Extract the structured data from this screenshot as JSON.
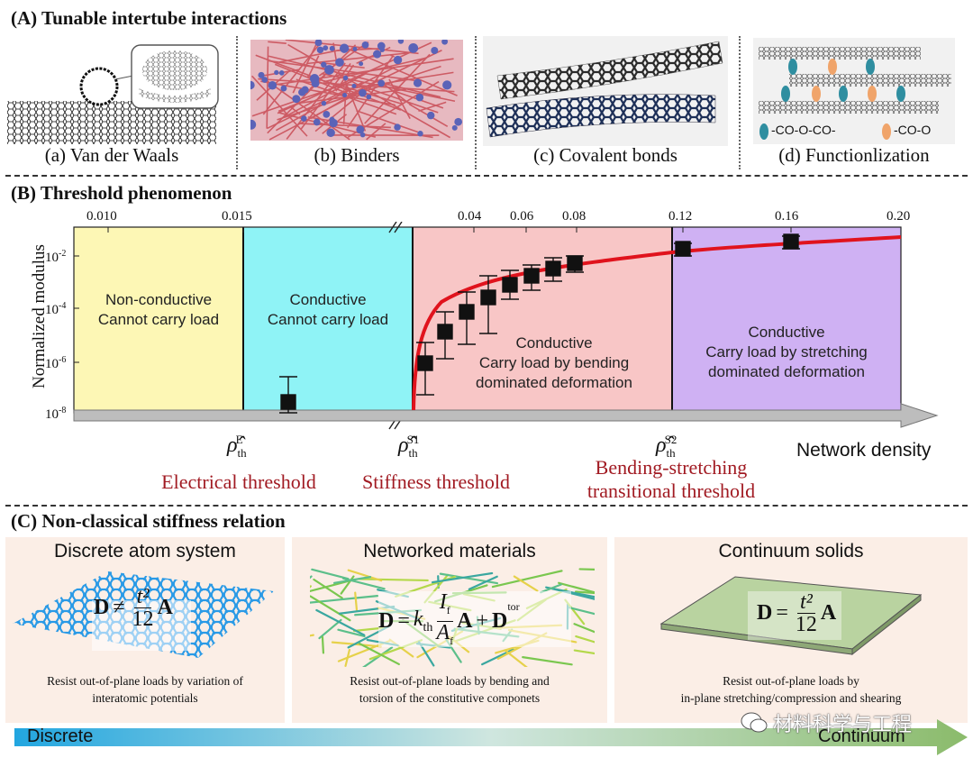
{
  "section_a": {
    "title": "(A) Tunable intertube interactions",
    "captions": [
      "(a) Van der Waals",
      "(b) Binders",
      "(c) Covalent bonds",
      "(d) Functionlization"
    ],
    "legend_labels": [
      "-CO-O-CO-",
      "-CO-O"
    ],
    "colors": {
      "binder_red": "#d9737a",
      "binder_blue": "#5a63b8",
      "label_teal": "#2f8ea0",
      "label_orange": "#f0a46a"
    }
  },
  "section_b": {
    "title": "(B) Threshold phenomenon",
    "ylabel": "Normalized modulus",
    "xlabel": "Network density",
    "top_ticks": [
      "0.010",
      "0.015",
      "0.04",
      "0.06",
      "0.08",
      "0.12",
      "0.16",
      "0.20"
    ],
    "y_ticks": [
      "-2",
      "-4",
      "-6",
      "-8"
    ],
    "y_tick_base": "10",
    "regions": [
      {
        "lines": [
          "Non-conductive",
          "Cannot carry load"
        ],
        "color": "#fdf7b5"
      },
      {
        "lines": [
          "Conductive",
          "Cannot carry load"
        ],
        "color": "#8ff3f6"
      },
      {
        "lines": [
          "Conductive",
          "Carry load by bending",
          "dominated deformation"
        ],
        "color": "#f8c6c6"
      },
      {
        "lines": [
          "Conductive",
          "Carry load by stretching",
          "dominated deformation"
        ],
        "color": "#cfb1f3"
      }
    ],
    "threshold_symbols": [
      {
        "base": "ρ̂",
        "sub": "th",
        "sup": "E"
      },
      {
        "base": "ρ̂",
        "sub": "th",
        "sup": "S1"
      },
      {
        "base": "ρ̂",
        "sub": "th",
        "sup": "S2"
      }
    ],
    "threshold_names": [
      "Electrical threshold",
      "Stiffness threshold",
      "Bending-stretching transitional threshold"
    ],
    "curve_color": "#e0131d"
  },
  "section_c": {
    "title": "(C) Non-classical stiffness relation",
    "cards": [
      {
        "title": "Discrete atom system",
        "desc": [
          "Resist out-of-plane loads by variation of",
          "interatomic potentials"
        ]
      },
      {
        "title": "Networked materials",
        "desc": [
          "Resist out-of-plane loads by bending and",
          "torsion of the constitutive componets"
        ]
      },
      {
        "title": "Continuum solids",
        "desc": [
          "Resist out-of-plane loads by",
          "in-plane stretching/compression and shearing"
        ]
      }
    ],
    "formulas": {
      "f1": {
        "lhs": "D",
        "op": "≠",
        "num": "t²",
        "den": "12",
        "rhs": "A"
      },
      "f2": {
        "lhs": "D",
        "op": "=",
        "k": "k",
        "k_sub": "th",
        "num": "I",
        "num_sub": "f",
        "den": "A",
        "den_sub": "f",
        "rhs": "A",
        "plus": "+",
        "d2": "D",
        "d2_sup": "tor"
      },
      "f3": {
        "lhs": "D",
        "op": "=",
        "num": "t²",
        "den": "12",
        "rhs": "A"
      }
    },
    "arrow_left": "Discrete",
    "arrow_right": "Continuum",
    "watermark": "材料科学与工程"
  }
}
